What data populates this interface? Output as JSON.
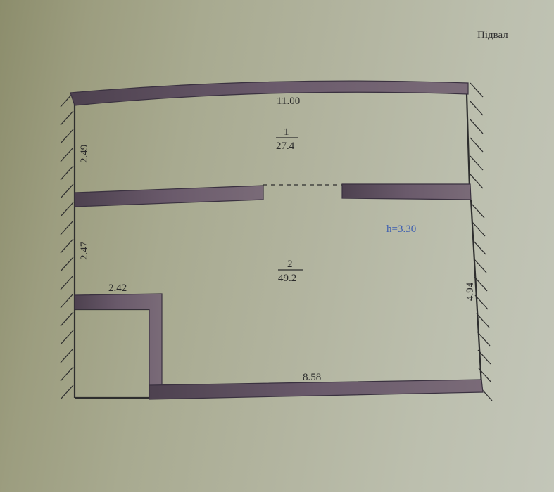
{
  "page": {
    "title": "Підвал"
  },
  "rooms": [
    {
      "number": "1",
      "area": "27.4"
    },
    {
      "number": "2",
      "area": "49.2"
    }
  ],
  "dimensions": {
    "top_width": "11.00",
    "bottom_width": "8.58",
    "left_upper": "2.49",
    "left_middle": "2.47",
    "right_lower": "4.94",
    "step_width": "2.42"
  },
  "ceiling_height": "h=3.30",
  "colors": {
    "wall_fill": "#5e4f60",
    "wall_edge": "#3a3140",
    "line": "#2e2e2e",
    "height_text": "#3e5fb0"
  }
}
